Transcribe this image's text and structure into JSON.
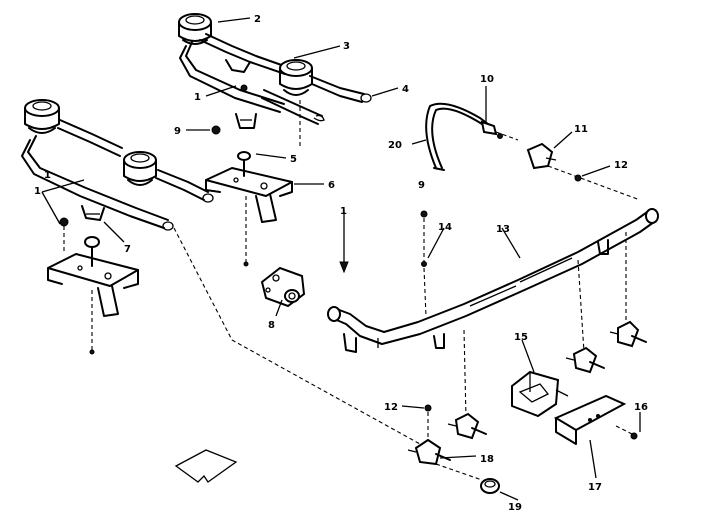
{
  "callouts": {
    "c1a": "1",
    "c1b": "1",
    "c1c": "1",
    "c1d": "1",
    "c2": "2",
    "c3": "3",
    "c4": "4",
    "c5": "5",
    "c6": "6",
    "c7": "7",
    "c8": "8",
    "c9a": "9",
    "c9b": "9",
    "c10": "10",
    "c11": "11",
    "c12a": "12",
    "c12b": "12",
    "c13": "13",
    "c14": "14",
    "c15": "15",
    "c16": "16",
    "c17": "17",
    "c18": "18",
    "c19": "19",
    "c20": "20"
  },
  "colors": {
    "ink": "#000000",
    "paper": "#ffffff"
  }
}
